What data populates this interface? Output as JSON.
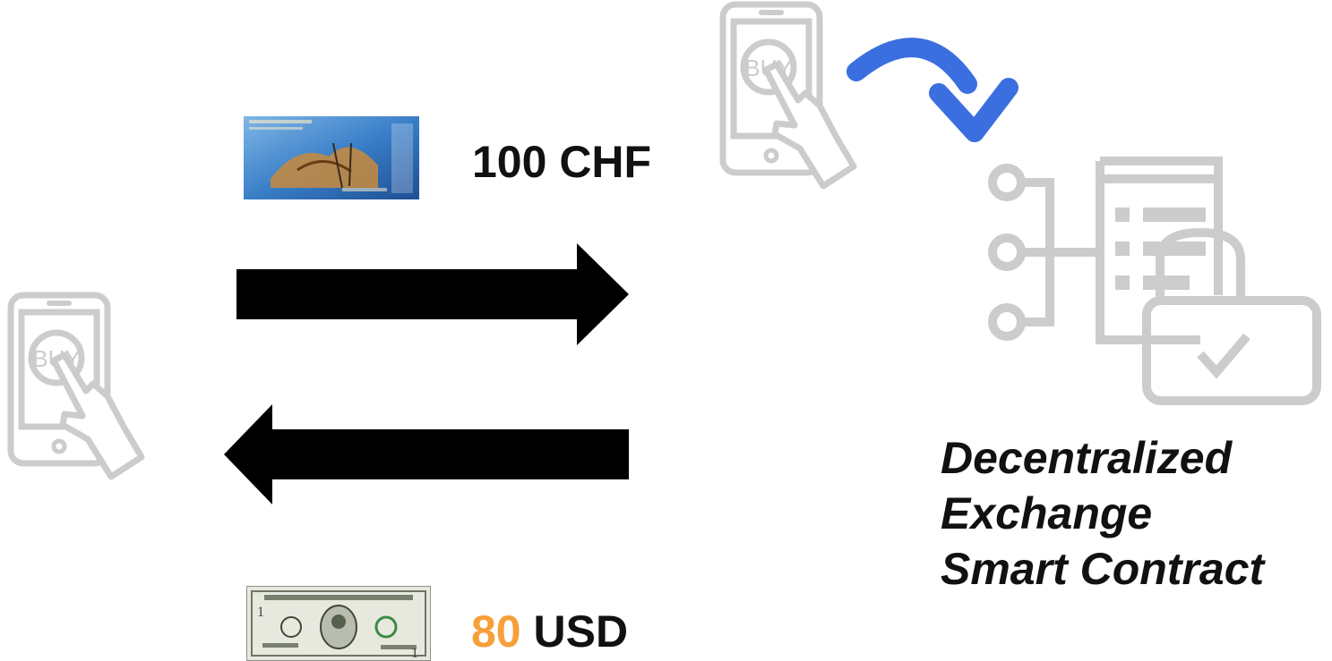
{
  "icons": {
    "user_phone": "phone-buy-icon",
    "contract_phone": "phone-buy-icon",
    "contract": "smart-contract-lock-icon",
    "curved_arrow": "curved-arrow-icon",
    "send_arrow": "arrow-right-icon",
    "receive_arrow": "arrow-left-icon",
    "chf_note": "swiss-franc-banknote",
    "usd_note": "us-dollar-banknote"
  },
  "phone_button_text": "BUY",
  "send": {
    "amount": "100 CHF"
  },
  "receive": {
    "amount_value": "80",
    "amount_currency": "USD"
  },
  "contract_label": {
    "line1": "Decentralized",
    "line2": "Exchange",
    "line3": "Smart Contract"
  },
  "colors": {
    "icon_gray": "#cccccc",
    "arrow": "#000000",
    "curved_arrow": "#3b6fe0",
    "highlight": "#f5a03a"
  }
}
